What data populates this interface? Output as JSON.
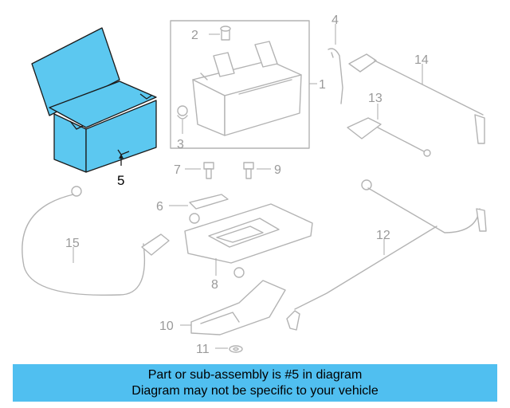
{
  "diagram": {
    "highlight_color": "#5cc8f0",
    "callouts": {
      "c1": "1",
      "c2": "2",
      "c3": "3",
      "c4": "4",
      "c5": "5",
      "c6": "6",
      "c7": "7",
      "c8": "8",
      "c9": "9",
      "c10": "10",
      "c11": "11",
      "c12": "12",
      "c13": "13",
      "c14": "14",
      "c15": "15"
    },
    "highlighted_part": "5"
  },
  "banner": {
    "line1": "Part or sub-assembly is #5 in diagram",
    "line2": "Diagram may not be specific to your vehicle",
    "color": "#50bff0"
  }
}
